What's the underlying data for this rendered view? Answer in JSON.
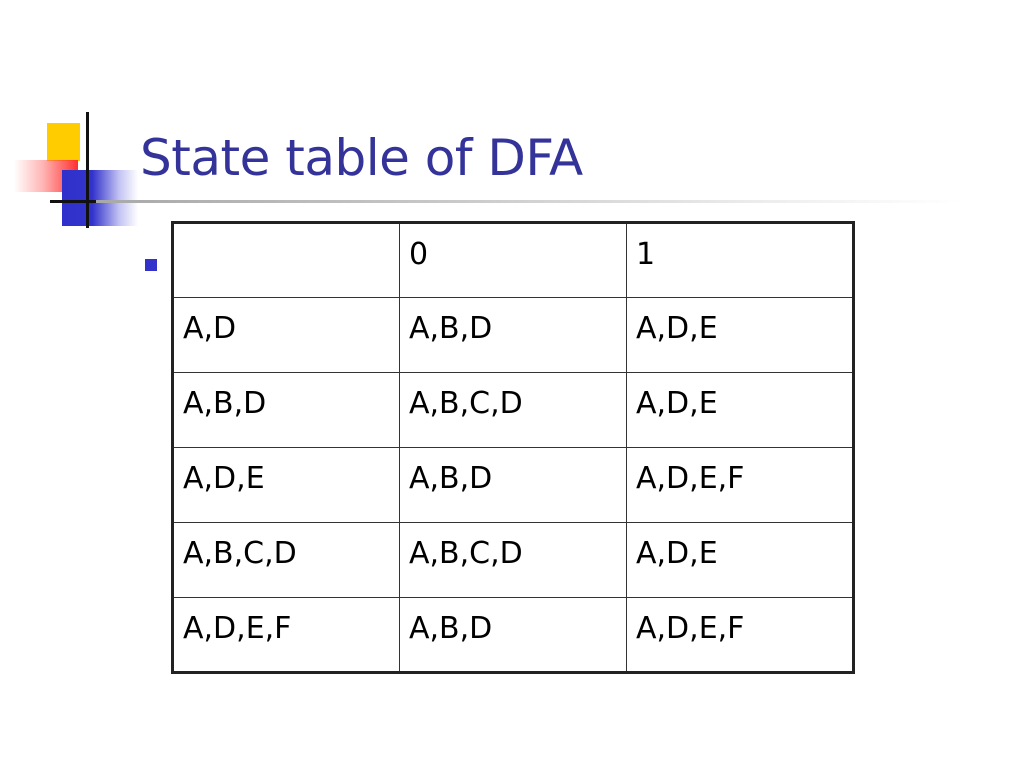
{
  "slide": {
    "title": "State table of DFA",
    "accent_color": "#333399"
  },
  "table": {
    "header": [
      "",
      "0",
      "1"
    ],
    "rows": [
      [
        "A,D",
        "A,B,D",
        "A,D,E"
      ],
      [
        "A,B,D",
        "A,B,C,D",
        "A,D,E"
      ],
      [
        "A,D,E",
        "A,B,D",
        "A,D,E,F"
      ],
      [
        "A,B,C,D",
        "A,B,C,D",
        "A,D,E"
      ],
      [
        "A,D,E,F",
        "A,B,D",
        "A,D,E,F"
      ]
    ]
  }
}
